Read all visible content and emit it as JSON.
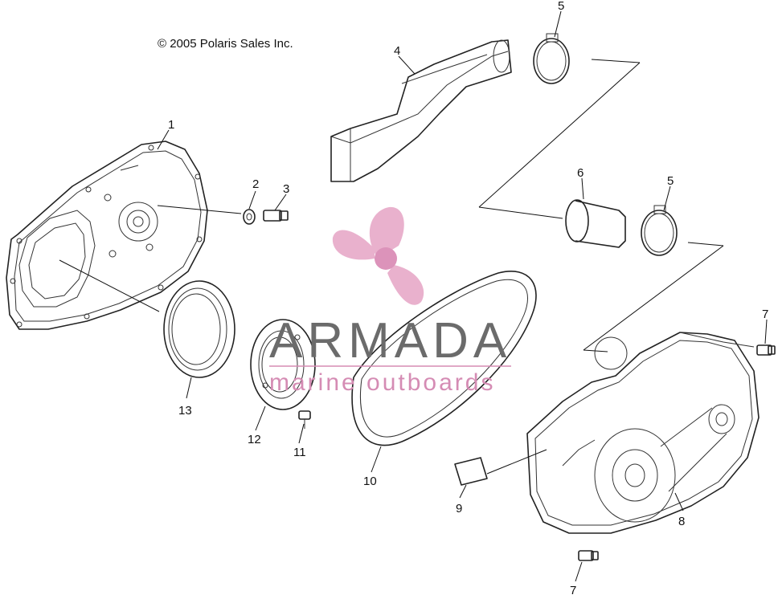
{
  "copyright": "© 2005 Polaris Sales Inc.",
  "watermark": {
    "brand": "ARMADA",
    "tagline": "marine outboards",
    "colors": {
      "logo": "#e7a9c8",
      "logo_hub": "#d988b3",
      "brand_text": "#6b6b6b",
      "tagline": "#d58cb4",
      "rule": "#d58cb4"
    }
  },
  "callouts": {
    "c1": "1",
    "c2": "2",
    "c3": "3",
    "c4": "4",
    "c5a": "5",
    "c5b": "5",
    "c6": "6",
    "c7a": "7",
    "c7b": "7",
    "c8": "8",
    "c9": "9",
    "c10": "10",
    "c11": "11",
    "c12": "12",
    "c13": "13"
  }
}
